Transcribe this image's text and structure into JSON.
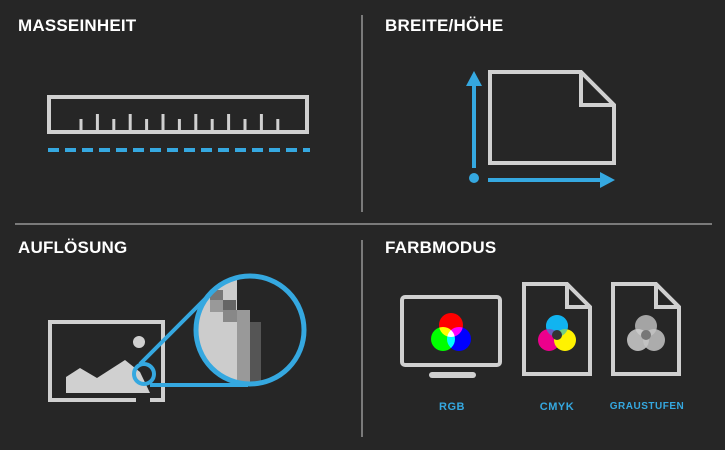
{
  "panels": {
    "unit": {
      "title": "MASSEINHEIT"
    },
    "size": {
      "title": "BREITE/HÖHE"
    },
    "resolution": {
      "title": "AUFLÖSUNG"
    },
    "colormode": {
      "title": "FARBMODUS",
      "labels": [
        "RGB",
        "CMYK",
        "GRAUSTUFEN"
      ]
    }
  },
  "colors": {
    "background": "#262626",
    "line": "#d0d0d0",
    "accent": "#35a8e0"
  }
}
